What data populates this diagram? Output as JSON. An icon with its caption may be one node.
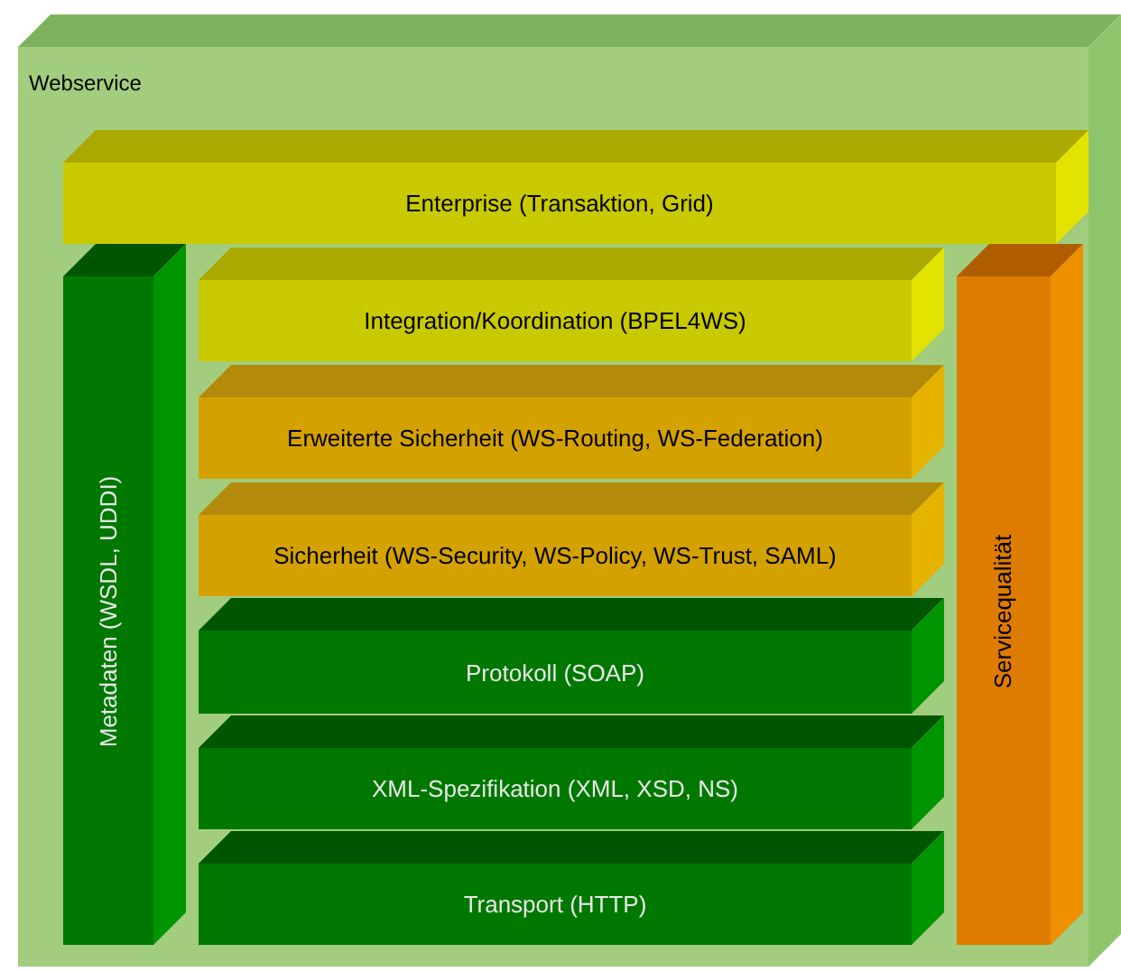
{
  "diagram": {
    "nodes": [
      {
        "text": [
          "Webservice"
        ]
      },
      {
        "text": [
          "Enterprise (Transaktion, Grid)"
        ],
        "in": 0
      },
      {
        "text": [
          "Metadaten (WSDL, UDDI)"
        ],
        "in": 0
      },
      {
        "text": [
          "Integration/Koordination (BPEL4WS)"
        ],
        "in": 0
      },
      {
        "text": [
          "Erweiterte Sicherheit (WS-Routing, WS-Federation)"
        ],
        "in": 0
      },
      {
        "text": [
          "Sicherheit (WS-Security, WS-Policy, WS-Trust, SAML)"
        ],
        "in": 0
      },
      {
        "text": [
          "Protokoll (SOAP)"
        ],
        "in": 0
      },
      {
        "text": [
          "XML-Spezifikation (XML, XSD, NS)"
        ],
        "in": 0
      },
      {
        "text": [
          "Transport (HTTP)"
        ],
        "in": 0
      },
      {
        "text": [
          "Servicequalität"
        ],
        "in": 0
      }
    ]
  }
}
